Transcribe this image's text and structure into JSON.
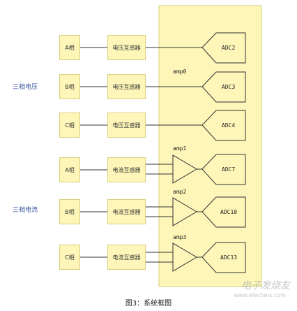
{
  "groups": {
    "voltage_label": "三相电压",
    "current_label": "三相电流"
  },
  "phases": [
    "A相",
    "B相",
    "C相",
    "A相",
    "B相",
    "C相"
  ],
  "sensors": [
    "电压互感器",
    "电压互感器",
    "电压互感器",
    "电流互感器",
    "电流互感器",
    "电流互感器"
  ],
  "amps": [
    "amp0",
    "amp1",
    "amp2",
    "amp3"
  ],
  "adcs": [
    "ADC2",
    "ADC3",
    "ADC4",
    "ADC7",
    "ADC10",
    "ADC13"
  ],
  "caption": "图3：系统框图",
  "watermark": "电子发烧友",
  "watermark_url": "www.elecfans.com",
  "colors": {
    "block_fill": "#fdf6b8",
    "panel_fill": "#fdf6b8",
    "group_label": "#3a55a0",
    "line": "#333333"
  }
}
